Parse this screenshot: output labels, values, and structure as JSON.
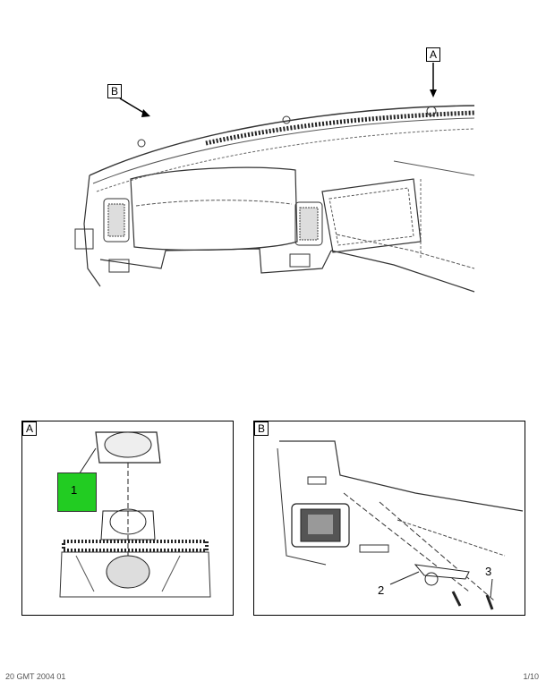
{
  "main_view": {
    "callout_a": "A",
    "callout_b": "B"
  },
  "detail_a": {
    "title": "A",
    "items": [
      {
        "number": "1",
        "highlight_color": "#22cc22"
      }
    ]
  },
  "detail_b": {
    "title": "B",
    "items": [
      {
        "number": "2"
      },
      {
        "number": "3"
      }
    ]
  },
  "footer": {
    "left": "20 GMT 2004 01",
    "right": "1/10"
  }
}
